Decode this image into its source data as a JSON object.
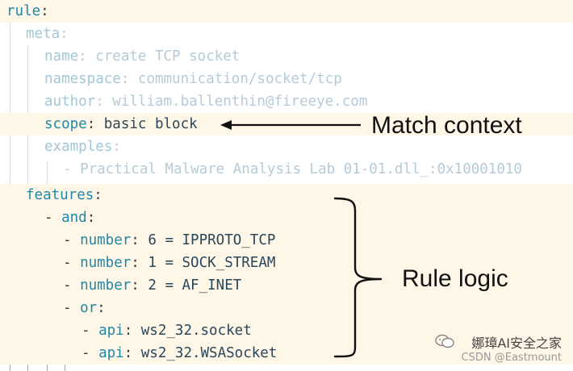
{
  "code": {
    "lines": [
      {
        "key": "rule",
        "sep": ":",
        "value": ""
      },
      {
        "key": "meta",
        "sep": ":",
        "value": ""
      },
      {
        "key": "name",
        "sep": ": ",
        "value": "create TCP socket"
      },
      {
        "key": "namespace",
        "sep": ": ",
        "value": "communication/socket/tcp"
      },
      {
        "key": "author",
        "sep": ": ",
        "value": "william.ballenthin@fireeye.com"
      },
      {
        "key": "scope",
        "sep": ": ",
        "value": "basic block"
      },
      {
        "key": "examples",
        "sep": ":",
        "value": ""
      },
      {
        "key": "- ",
        "sep": "",
        "value": "Practical Malware Analysis Lab 01-01.dll_:0x10001010"
      },
      {
        "key": "features",
        "sep": ":",
        "value": ""
      },
      {
        "key": "and",
        "sep": ":",
        "value": ""
      },
      {
        "key": "number",
        "sep": ": ",
        "value": "6 = IPPROTO_TCP"
      },
      {
        "key": "number",
        "sep": ": ",
        "value": "1 = SOCK_STREAM"
      },
      {
        "key": "number",
        "sep": ": ",
        "value": "2 = AF_INET"
      },
      {
        "key": "or",
        "sep": ":",
        "value": ""
      },
      {
        "key": "api",
        "sep": ": ",
        "value": "ws2_32.socket"
      },
      {
        "key": "api",
        "sep": ": ",
        "value": "ws2_32.WSASocket"
      }
    ]
  },
  "annotations": {
    "match_context": "Match context",
    "rule_logic": "Rule logic"
  },
  "watermark": {
    "title": "娜璋AI安全之家",
    "subtitle": "CSDN @Eastmount"
  }
}
